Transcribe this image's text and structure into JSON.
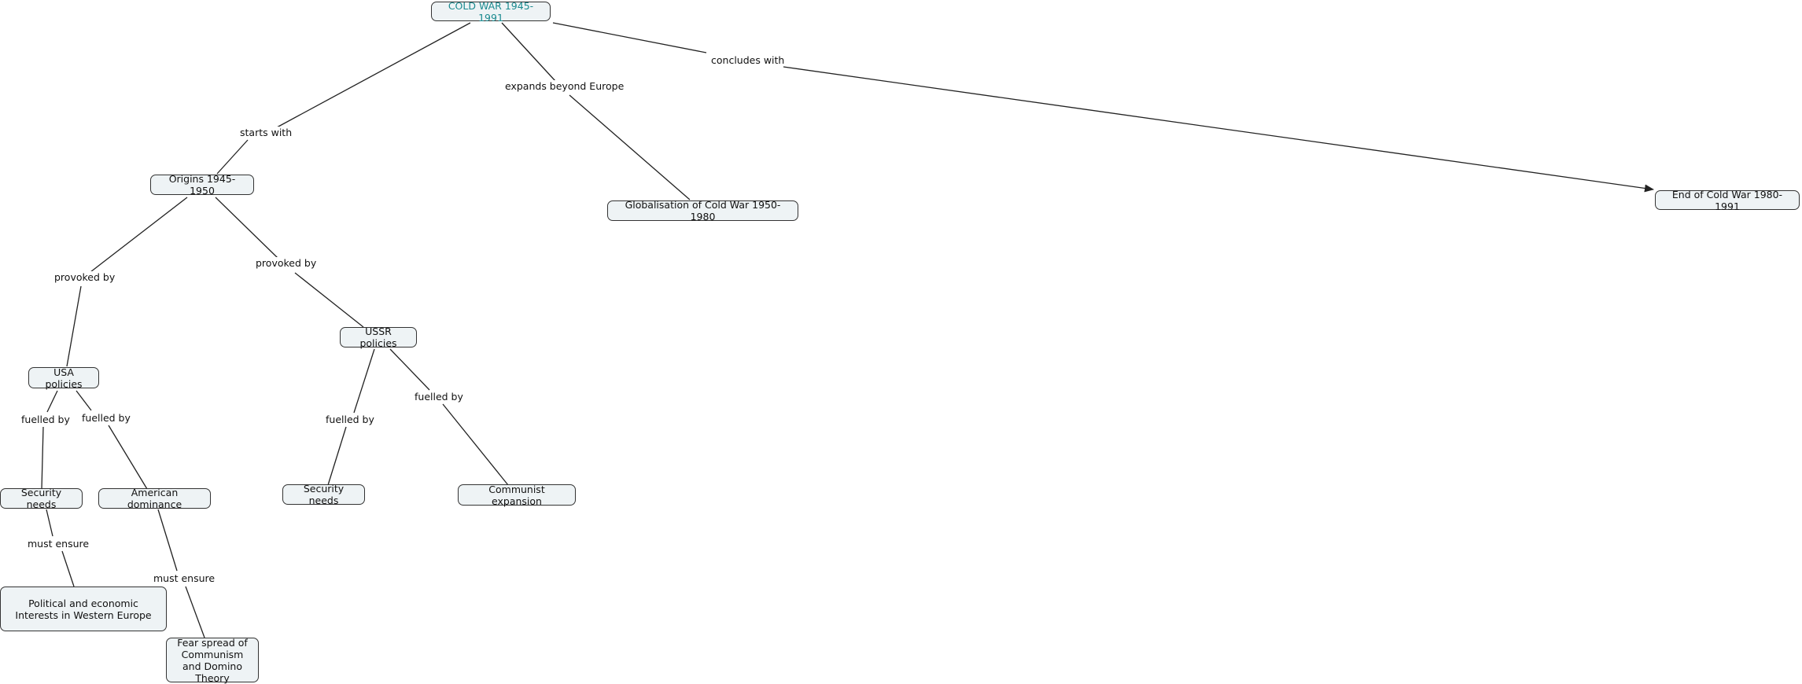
{
  "nodes": {
    "root": "COLD WAR 1945-1991",
    "origins": "Origins 1945- 1950",
    "globalisation": "Globalisation of Cold War 1950- 1980",
    "end": "End of Cold War 1980-1991",
    "usa": "USA policies",
    "ussr": "USSR policies",
    "security_usa": "Security needs",
    "american_dominance": "American dominance",
    "security_ussr": "Security needs",
    "communist_expansion": "Communist expansion",
    "western_europe": "Political and economic Interests in Western Europe",
    "domino": "Fear spread of Communism and Domino Theory"
  },
  "links": {
    "starts_with": "starts with",
    "expands": "expands beyond Europe",
    "concludes": "concludes with",
    "provoked_usa": "provoked by",
    "provoked_ussr": "provoked by",
    "fuelled_usa_security": "fuelled by",
    "fuelled_usa_dominance": "fuelled by",
    "fuelled_ussr_security": "fuelled by",
    "fuelled_ussr_expansion": "fuelled by",
    "must_ensure_security": "must ensure",
    "must_ensure_dominance": "must ensure"
  },
  "colors": {
    "root_text": "#1a8a8f",
    "node_fill": "#eef3f5",
    "line": "#222222"
  }
}
